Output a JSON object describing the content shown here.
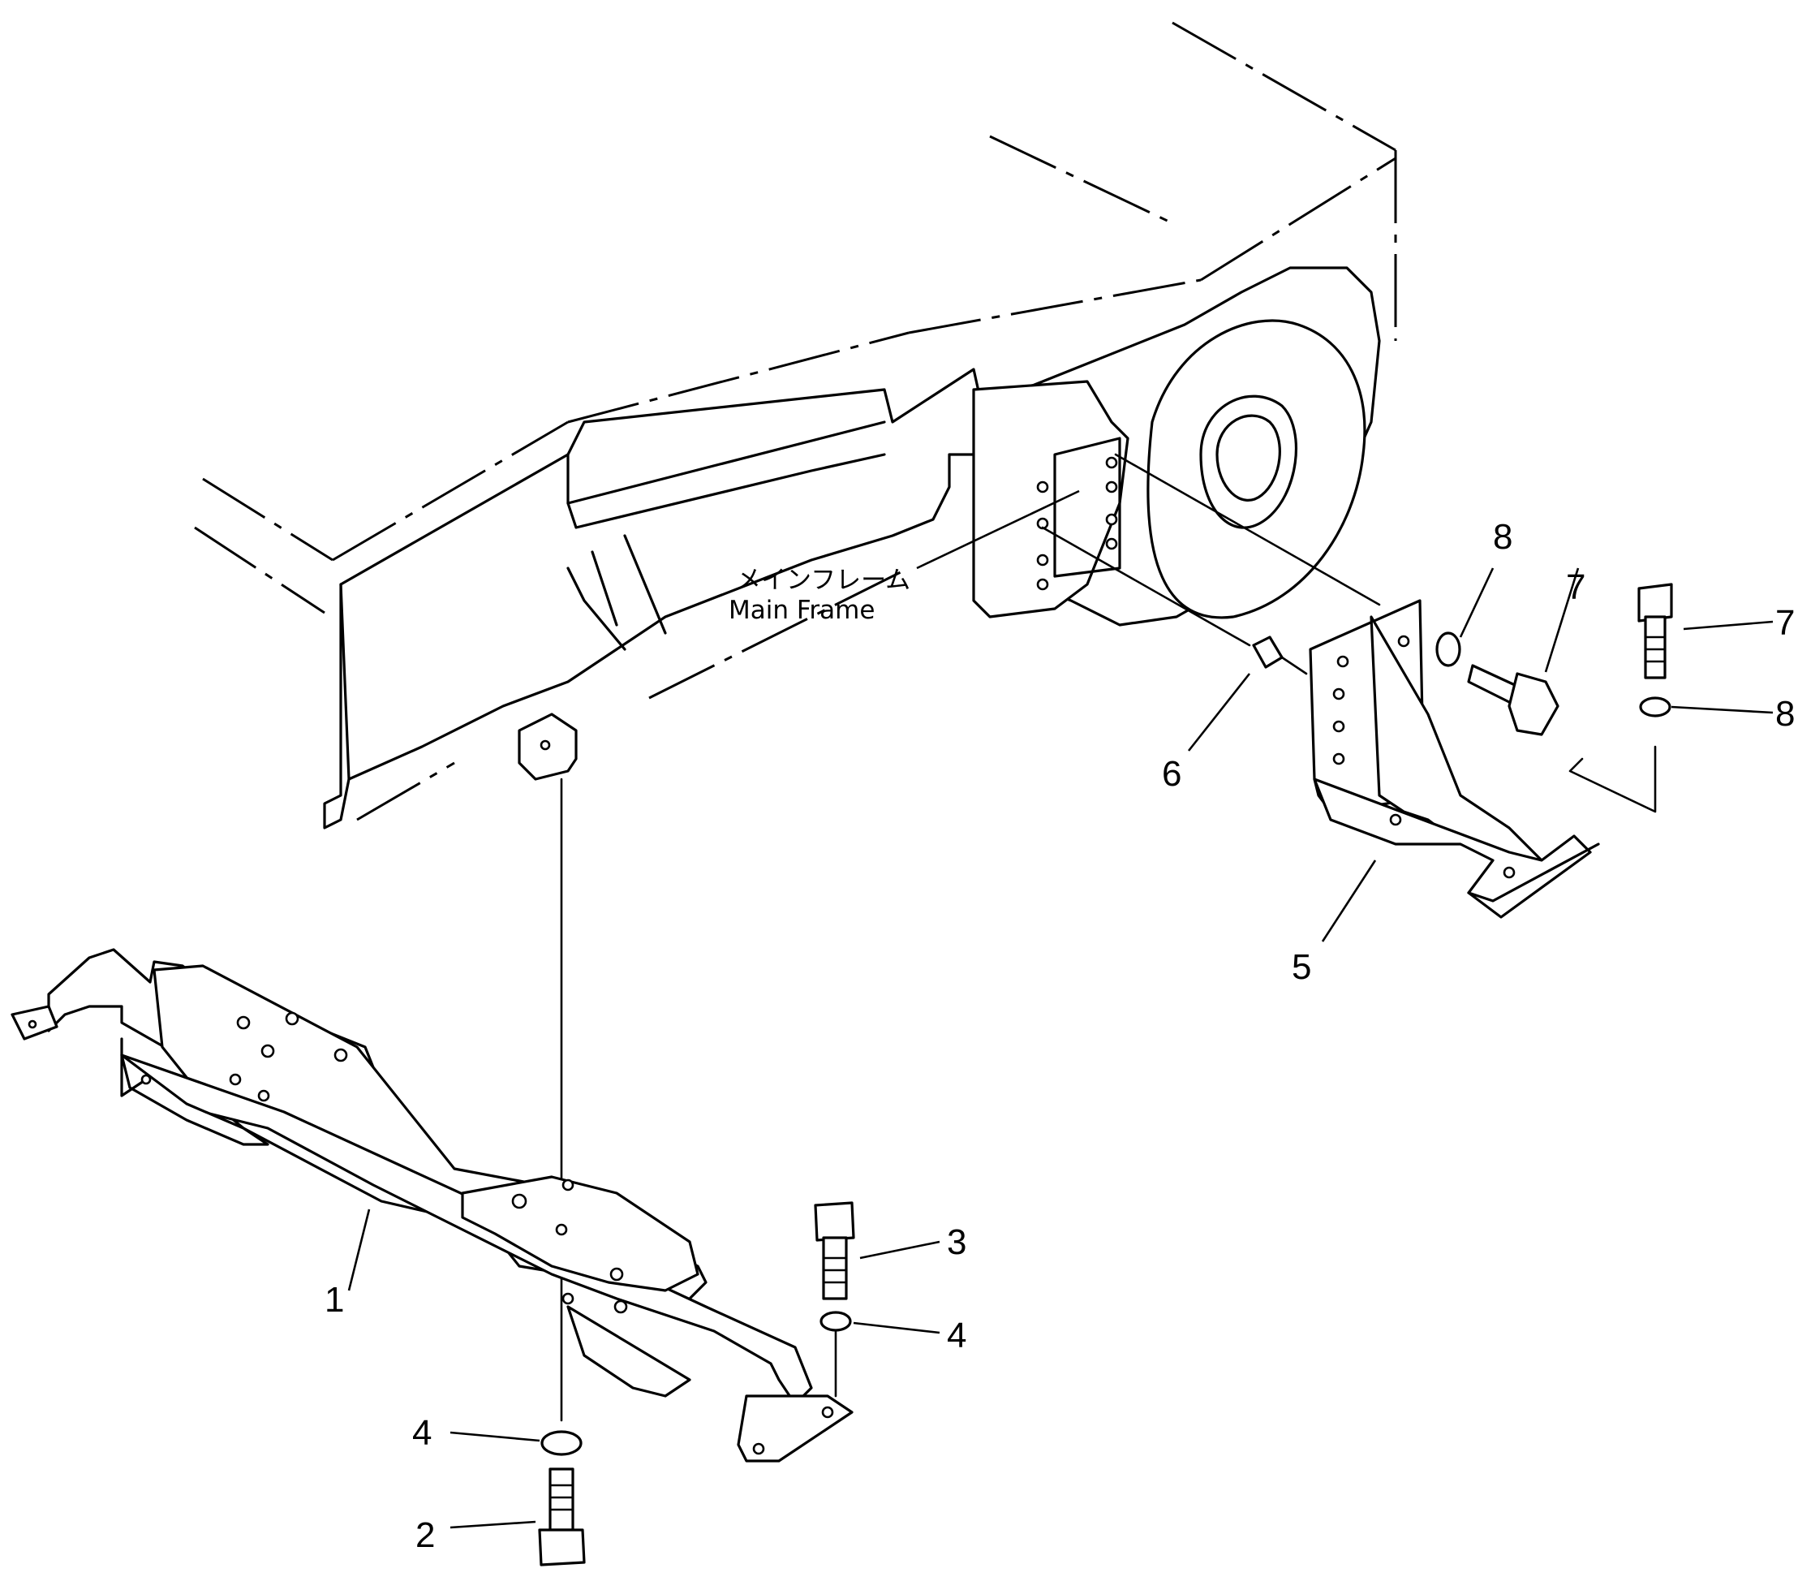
{
  "diagram": {
    "frame_label": {
      "japanese": "メインフレーム",
      "english": "Main Frame"
    },
    "callouts": [
      {
        "id": "c1",
        "label": "1"
      },
      {
        "id": "c2",
        "label": "2"
      },
      {
        "id": "c3",
        "label": "3"
      },
      {
        "id": "c4a",
        "label": "4"
      },
      {
        "id": "c4b",
        "label": "4"
      },
      {
        "id": "c5",
        "label": "5"
      },
      {
        "id": "c6",
        "label": "6"
      },
      {
        "id": "c7a",
        "label": "7"
      },
      {
        "id": "c7b",
        "label": "7"
      },
      {
        "id": "c8a",
        "label": "8"
      },
      {
        "id": "c8b",
        "label": "8"
      }
    ]
  }
}
